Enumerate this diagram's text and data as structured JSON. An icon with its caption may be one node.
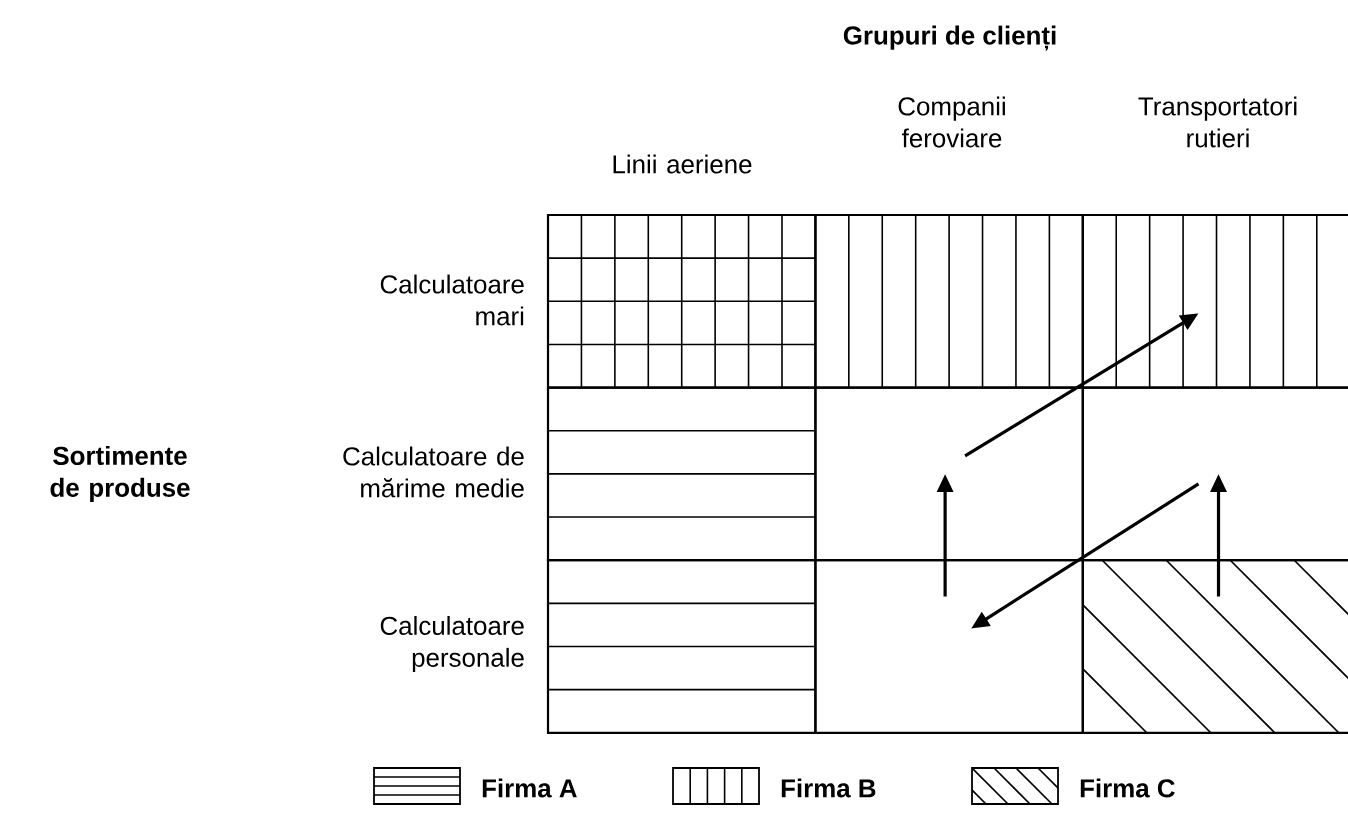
{
  "diagram": {
    "title": "Grupuri de clienți",
    "nodes": [
      {
        "text": [],
        "shape": "box"
      },
      {
        "text": [],
        "shape": "box"
      },
      {
        "text": [],
        "shape": "box"
      },
      {
        "text": [],
        "shape": "box"
      },
      {
        "text": [],
        "shape": "box"
      },
      {
        "text": [],
        "shape": "box"
      },
      {
        "text": [],
        "shape": "box"
      },
      {
        "text": [],
        "shape": "box"
      },
      {
        "text": [],
        "shape": "box"
      }
    ],
    "edges": [
      {
        "from": 7,
        "to": 4,
        "arrow": "to"
      },
      {
        "from": 4,
        "to": 2,
        "arrow": "to"
      },
      {
        "from": 5,
        "to": 7,
        "arrow": "to"
      },
      {
        "from": 8,
        "to": 5,
        "arrow": "to"
      }
    ],
    "labels": [
      "Linii aeriene",
      "Companii feroviare",
      "Transportatori rutieri",
      "Calculatoare mari",
      "Sortimente de produse",
      "Calculatoare de mărime medie",
      "Calculatoare personale"
    ],
    "legend": [
      {
        "text": "Firma A"
      },
      {
        "text": "Firma B"
      },
      {
        "text": "Firma C"
      }
    ]
  }
}
